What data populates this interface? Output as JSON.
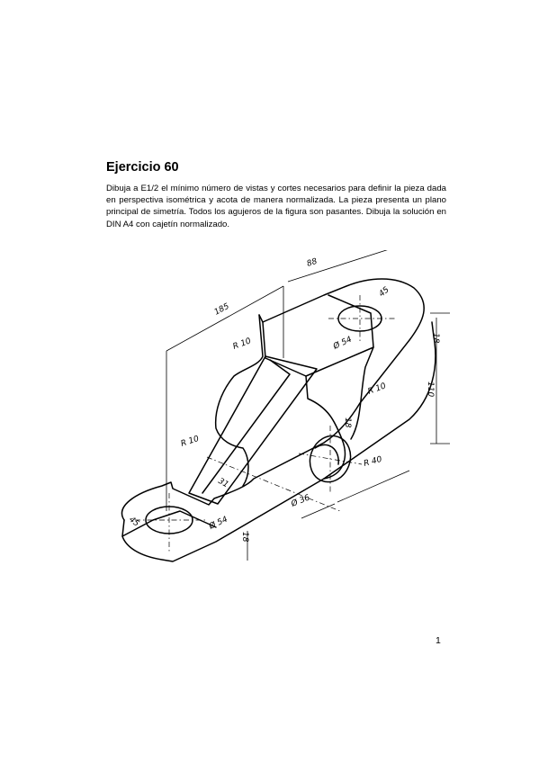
{
  "exercise": {
    "title": "Ejercicio 60",
    "text": "Dibuja a E1/2 el mínimo número de vistas y cortes necesarios para definir la pieza dada en perspectiva isométrica y acota de manera normalizada. La pieza presenta un plano principal de simetría. Todos los agujeros de la figura son pasantes. Dibuja la solución en DIN A4 con cajetín normalizado."
  },
  "drawing": {
    "dimensions": {
      "d88": "88",
      "d185": "185",
      "d45_top": "45",
      "d54_top": "Ø 54",
      "d18_right": "18",
      "d110": "110",
      "r10_top": "R 10",
      "r10_right": "R 10",
      "r10_left": "R 10",
      "d18_mid": "18",
      "d31": "31",
      "r40": "R 40",
      "d36": "Ø 36",
      "d45_low": "45",
      "d54_low": "Ø 54",
      "d18_low": "18"
    }
  },
  "page": {
    "number": "1"
  }
}
